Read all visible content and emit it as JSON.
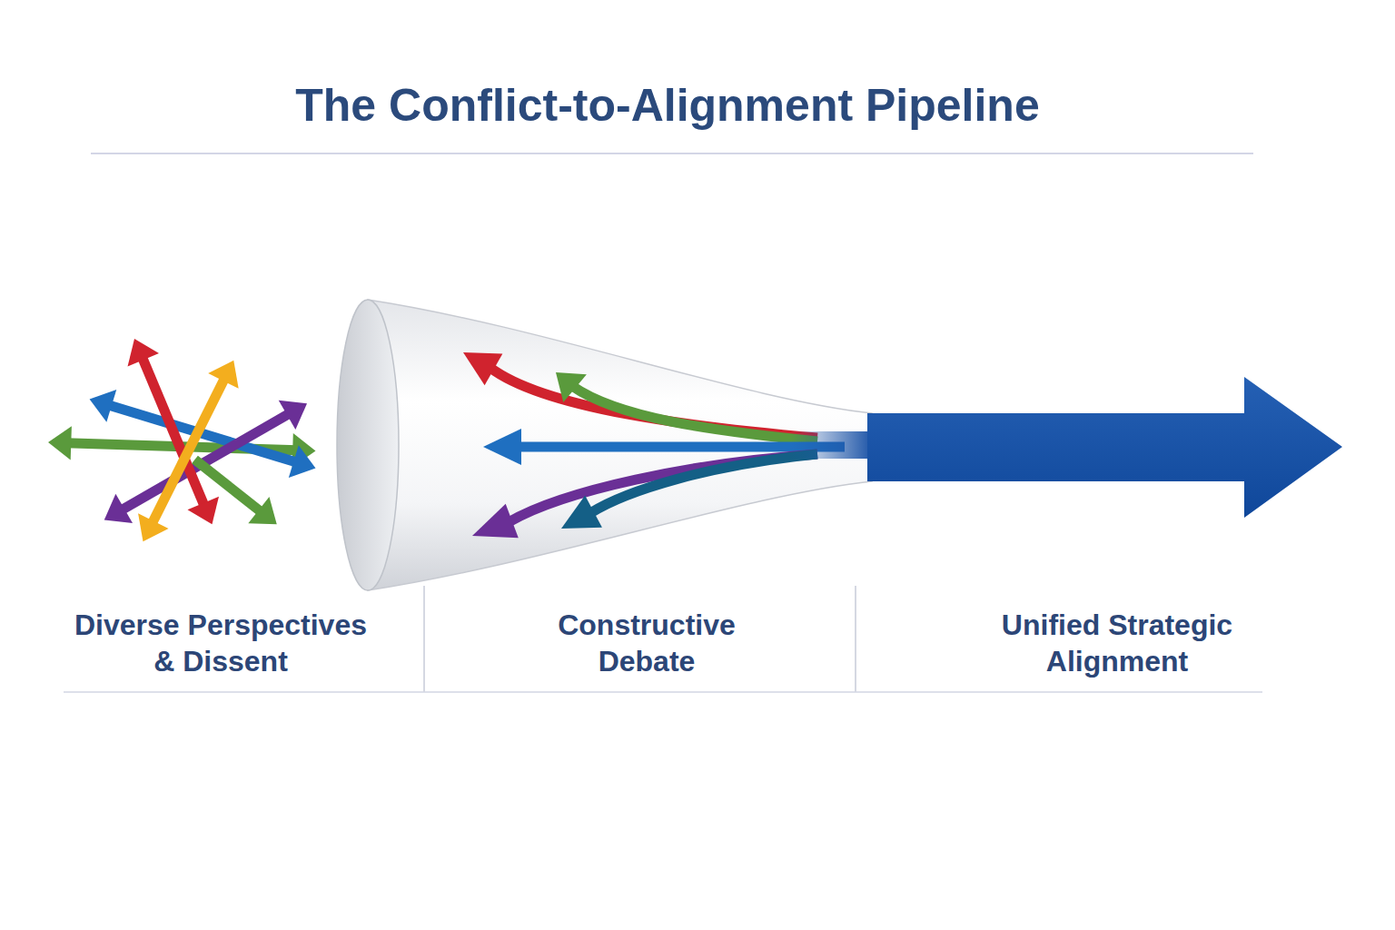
{
  "diagram": {
    "title": "The Conflict-to-Alignment Pipeline",
    "labels": [
      "Diverse Perspectives & Dissent",
      "Constructive Debate",
      "Unified Strategic Alignment"
    ]
  }
}
